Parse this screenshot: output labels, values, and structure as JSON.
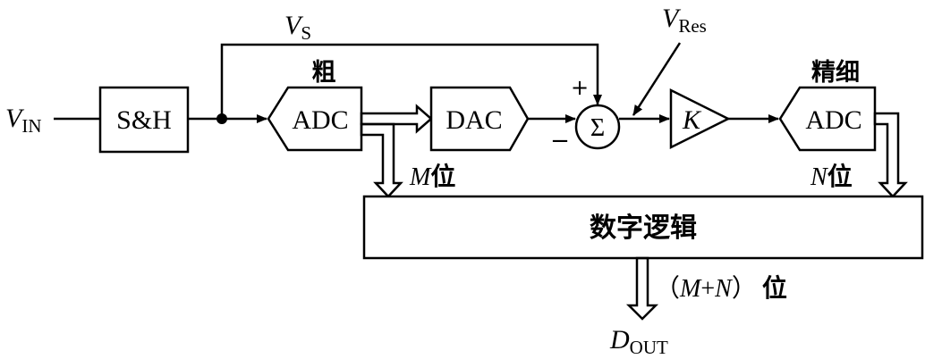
{
  "blocks": {
    "sh": "S&H",
    "adc_coarse": "ADC",
    "dac": "DAC",
    "sum_symbol": "Σ",
    "amp": "K",
    "adc_fine": "ADC",
    "digital_logic": "数字逻辑"
  },
  "labels": {
    "vin_main": "V",
    "vin_sub": "IN",
    "vs_main": "V",
    "vs_sub": "S",
    "vres_main": "V",
    "vres_sub": "Res",
    "coarse": "粗",
    "fine": "精细",
    "plus": "+",
    "minus": "−",
    "m_var": "M",
    "n_var": "N",
    "bits": "位",
    "out_open": "（",
    "out_m": "M",
    "out_plus": "+",
    "out_n": "N",
    "out_close": "）",
    "out_bits": "位",
    "dout_main": "D",
    "dout_sub": "OUT"
  }
}
